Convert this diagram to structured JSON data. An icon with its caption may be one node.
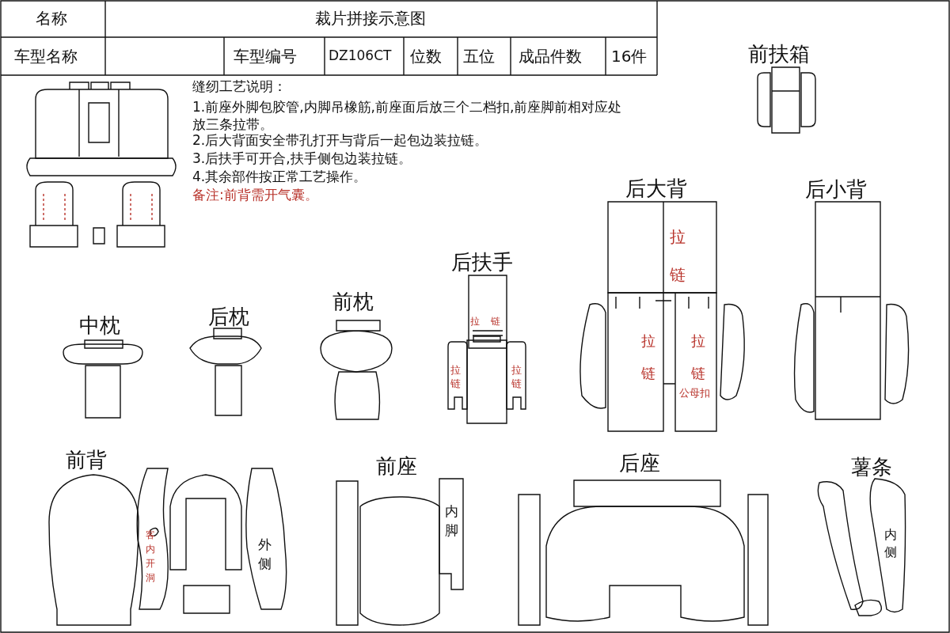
{
  "diagram": {
    "title": "裁片拼接示意图",
    "nodes": [
      {
        "text": [
          "拉链"
        ],
        "beside": [
          "后大背"
        ]
      },
      {
        "text": [
          "拉链",
          "拉链",
          "公母扣"
        ]
      },
      {
        "text": [
          "拉链"
        ],
        "beside": [
          "后扶手"
        ]
      },
      {
        "text": [
          "拉链"
        ]
      },
      {
        "text": [
          "拉链"
        ]
      },
      {
        "text": [
          "客内开洞"
        ]
      },
      {
        "text": [
          "外侧"
        ]
      },
      {
        "text": [
          "内脚"
        ]
      },
      {
        "text": [
          "内侧"
        ]
      }
    ],
    "labels": [
      "名称",
      "车型名称",
      "车型编号",
      "DZ106CT",
      "位数",
      "五位",
      "成品件数",
      "16件",
      "前扶箱",
      "缝纫工艺说明：",
      "1.前座外脚包胶管,内脚吊橡筋,前座面后放三个二档扣,前座脚前相对应处放三条拉带。",
      "2.后大背面安全带孔打开与背后一起包边装拉链。",
      "3.后扶手可开合,扶手侧包边装拉链。",
      "4.其余部件按正常工艺操作。",
      "备注:前背需开气囊。",
      "后小背",
      "前枕",
      "后枕",
      "中枕",
      "前背",
      "前座",
      "后座",
      "薯条"
    ]
  }
}
